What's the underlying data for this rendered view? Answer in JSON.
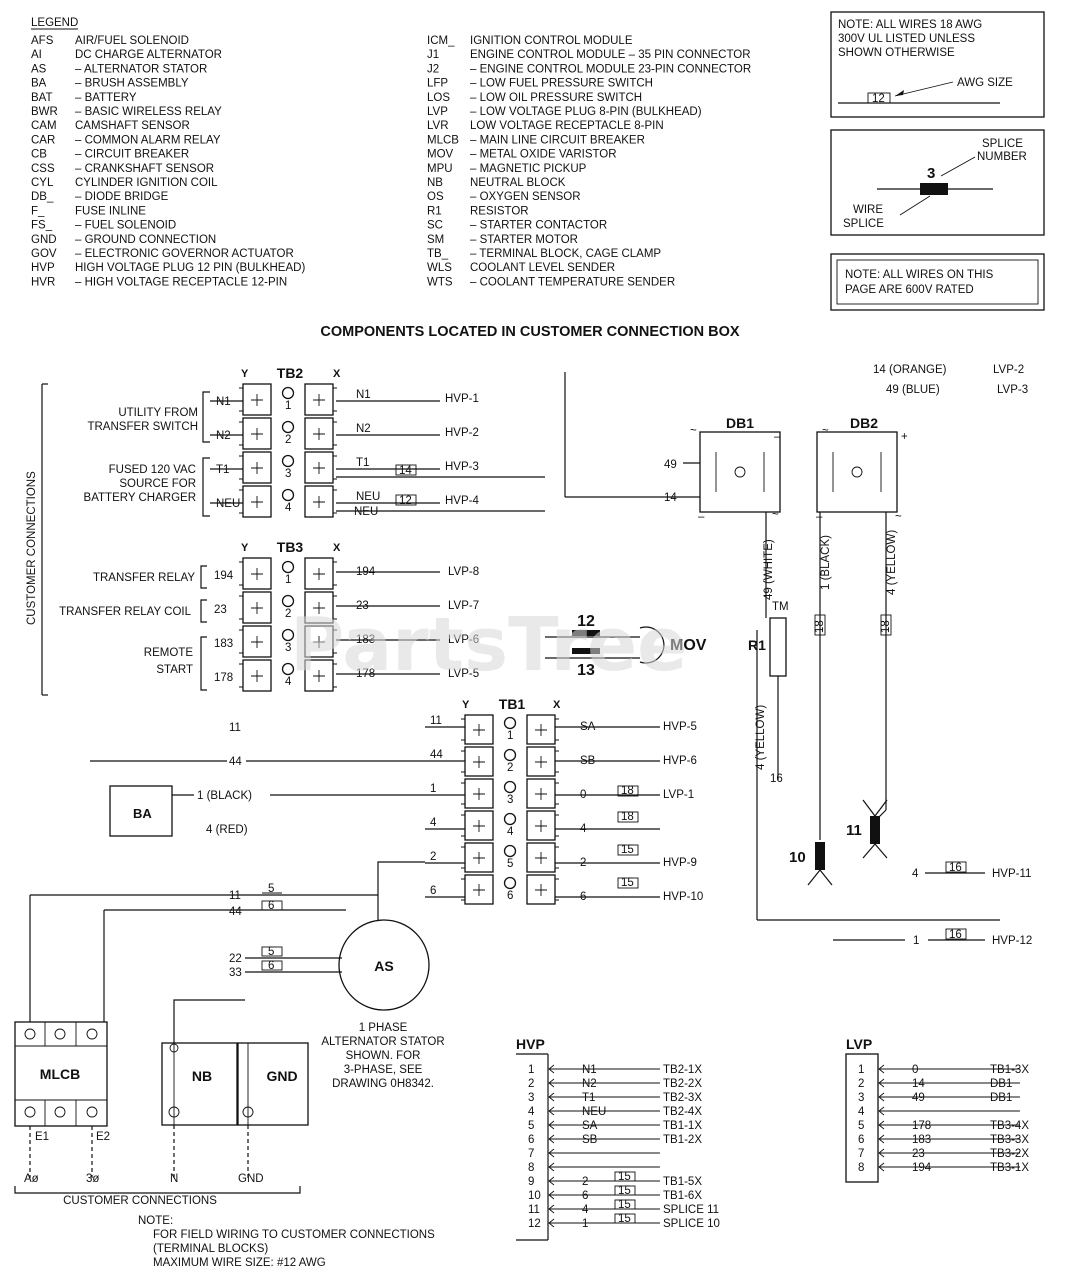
{
  "legend": {
    "title": "LEGEND",
    "left": [
      [
        "AFS",
        "AIR/FUEL SOLENOID"
      ],
      [
        "AI",
        "DC CHARGE ALTERNATOR"
      ],
      [
        "AS",
        "– ALTERNATOR STATOR"
      ],
      [
        "BA",
        "– BRUSH ASSEMBLY"
      ],
      [
        "BAT",
        "– BATTERY"
      ],
      [
        "BWR",
        "– BASIC WIRELESS RELAY"
      ],
      [
        "CAM",
        "CAMSHAFT SENSOR"
      ],
      [
        "CAR",
        "– COMMON ALARM RELAY"
      ],
      [
        "CB",
        "– CIRCUIT BREAKER"
      ],
      [
        "CSS",
        "– CRANKSHAFT SENSOR"
      ],
      [
        "CYL",
        "CYLINDER IGNITION COIL"
      ],
      [
        "DB_",
        "– DIODE BRIDGE"
      ],
      [
        "F_",
        "FUSE INLINE"
      ],
      [
        "FS_",
        "– FUEL SOLENOID"
      ],
      [
        "GND",
        "– GROUND CONNECTION"
      ],
      [
        "GOV",
        "– ELECTRONIC GOVERNOR ACTUATOR"
      ],
      [
        "HVP",
        "HIGH VOLTAGE PLUG 12 PIN (BULKHEAD)"
      ],
      [
        "HVR",
        "– HIGH VOLTAGE RECEPTACLE 12-PIN"
      ]
    ],
    "right": [
      [
        "ICM_",
        "IGNITION CONTROL MODULE"
      ],
      [
        "J1",
        "ENGINE CONTROL MODULE – 35 PIN CONNECTOR"
      ],
      [
        "J2",
        "– ENGINE CONTROL MODULE 23-PIN CONNECTOR"
      ],
      [
        "LFP",
        "– LOW FUEL PRESSURE SWITCH"
      ],
      [
        "LOS",
        "– LOW OIL PRESSURE SWITCH"
      ],
      [
        "LVP",
        "– LOW VOLTAGE PLUG 8-PIN (BULKHEAD)"
      ],
      [
        "LVR",
        "LOW VOLTAGE RECEPTACLE 8-PIN"
      ],
      [
        "MLCB",
        "– MAIN LINE CIRCUIT BREAKER"
      ],
      [
        "MOV",
        "– METAL OXIDE VARISTOR"
      ],
      [
        "MPU",
        "– MAGNETIC PICKUP"
      ],
      [
        "NB",
        "NEUTRAL BLOCK"
      ],
      [
        "OS",
        "– OXYGEN SENSOR"
      ],
      [
        "R1",
        "RESISTOR"
      ],
      [
        "SC",
        "– STARTER CONTACTOR"
      ],
      [
        "SM",
        "– STARTER MOTOR"
      ],
      [
        "TB_",
        "– TERMINAL BLOCK, CAGE CLAMP"
      ],
      [
        "WLS",
        "COOLANT LEVEL SENDER"
      ],
      [
        "WTS",
        "– COOLANT TEMPERATURE SENDER"
      ]
    ]
  },
  "notes": {
    "awg_note_1": "NOTE: ALL WIRES 18 AWG",
    "awg_note_2": "300V UL LISTED UNLESS",
    "awg_note_3": "SHOWN OTHERWISE",
    "awg_size_label": "AWG SIZE",
    "awg_example": "12",
    "splice_number": "3",
    "splice_number_label_1": "SPLICE",
    "splice_number_label_2": "NUMBER",
    "wire_splice_1": "WIRE",
    "wire_splice_2": "SPLICE",
    "rated_1": "NOTE: ALL WIRES ON THIS",
    "rated_2": "PAGE ARE 600V RATED",
    "field_note_1": "NOTE:",
    "field_note_2": "FOR FIELD WIRING TO CUSTOMER CONNECTIONS",
    "field_note_3": "(TERMINAL BLOCKS)",
    "field_note_4": "MAXIMUM WIRE SIZE: #12 AWG"
  },
  "headings": {
    "main": "COMPONENTS LOCATED IN CUSTOMER CONNECTION BOX",
    "customer_connections_side": "CUSTOMER CONNECTIONS",
    "customer_connections_bottom": "CUSTOMER CONNECTIONS",
    "stator_1": "1 PHASE",
    "stator_2": "ALTERNATOR STATOR",
    "stator_3": "SHOWN. FOR",
    "stator_4": "3-PHASE, SEE",
    "stator_5": "DRAWING 0H8342."
  },
  "tb2": {
    "title": "TB2",
    "y": "Y",
    "x": "X",
    "group_utility_1": "UTILITY FROM",
    "group_utility_2": "TRANSFER SWITCH",
    "group_fused_1": "FUSED 120 VAC",
    "group_fused_2": "SOURCE FOR",
    "group_fused_3": "BATTERY CHARGER",
    "left_wires": [
      "N1",
      "N2",
      "T1",
      "NEU"
    ],
    "right_wires": [
      "N1",
      "N2",
      "T1",
      "NEU"
    ],
    "extra_wire": "NEU",
    "targets": [
      "HVP-1",
      "HVP-2",
      "HVP-3",
      "HVP-4"
    ],
    "gauges": [
      "14",
      "12"
    ]
  },
  "tb3": {
    "title": "TB3",
    "y": "Y",
    "x": "X",
    "label_relay": "TRANSFER RELAY",
    "label_coil": "TRANSFER RELAY COIL",
    "label_remote_1": "REMOTE",
    "label_remote_2": "START",
    "left_wires": [
      "194",
      "23",
      "183",
      "178"
    ],
    "right_wires": [
      "194",
      "23",
      "183",
      "178"
    ],
    "targets": [
      "LVP-8",
      "LVP-7",
      "LVP-6",
      "LVP-5"
    ]
  },
  "mov": {
    "label": "MOV",
    "g1": "12",
    "g2": "13"
  },
  "r1": {
    "label": "R1"
  },
  "db": {
    "db1": "DB1",
    "db2": "DB2",
    "orange": "14 (ORANGE)",
    "orange_to": "LVP-2",
    "blue": "49 (BLUE)",
    "blue_to": "LVP-3",
    "w49": "49",
    "w14": "14",
    "white": "49 (WHITE)",
    "black": "1 (BLACK)",
    "yellow": "4 (YELLOW)",
    "yellow2": "4 (YELLOW)",
    "g18a": "18",
    "g18b": "18",
    "g16": "16",
    "ac": "~",
    "plus": "+",
    "minus": "–"
  },
  "tb1": {
    "title": "TB1",
    "y": "Y",
    "x": "X",
    "left_wires": [
      "11",
      "44",
      "1",
      "4",
      "2",
      "6"
    ],
    "right_wires": [
      "SA",
      "SB",
      "0",
      "4",
      "2",
      "6"
    ],
    "targets": [
      "HVP-5",
      "HVP-6",
      "LVP-1",
      "",
      "HVP-9",
      "HVP-10"
    ],
    "gauges": [
      "18",
      "18",
      "15",
      "15"
    ]
  },
  "ba": {
    "label": "BA",
    "black": "1 (BLACK)",
    "red": "4 (RED)",
    "w11": "11",
    "w44": "44"
  },
  "as": {
    "label": "AS",
    "w11": "11",
    "w44": "44",
    "w22": "22",
    "w33": "33",
    "g5a": "5",
    "g6a": "6",
    "g5b": "5",
    "g6b": "6"
  },
  "splices": {
    "s10": "10",
    "s11": "11",
    "hvp11_wire": "4",
    "hvp11_gauge": "16",
    "hvp11": "HVP-11",
    "hvp12_wire": "1",
    "hvp12_gauge": "16",
    "hvp12": "HVP-12"
  },
  "bottom": {
    "mlcb": "MLCB",
    "nb": "NB",
    "gnd": "GND",
    "e1": "E1",
    "e2": "E2",
    "a": "Aø",
    "b": "3ø",
    "n": "N",
    "g": "GND"
  },
  "hvp": {
    "title": "HVP",
    "rows": [
      [
        "1",
        "N1",
        "",
        "TB2-1X"
      ],
      [
        "2",
        "N2",
        "",
        "TB2-2X"
      ],
      [
        "3",
        "T1",
        "",
        "TB2-3X"
      ],
      [
        "4",
        "NEU",
        "",
        "TB2-4X"
      ],
      [
        "5",
        "SA",
        "",
        "TB1-1X"
      ],
      [
        "6",
        "SB",
        "",
        "TB1-2X"
      ],
      [
        "7",
        "",
        "",
        ""
      ],
      [
        "8",
        "",
        "",
        ""
      ],
      [
        "9",
        "2",
        "15",
        "TB1-5X"
      ],
      [
        "10",
        "6",
        "15",
        "TB1-6X"
      ],
      [
        "11",
        "4",
        "15",
        "SPLICE 11"
      ],
      [
        "12",
        "1",
        "15",
        "SPLICE 10"
      ]
    ]
  },
  "lvp": {
    "title": "LVP",
    "rows": [
      [
        "1",
        "0",
        "TB1-3X"
      ],
      [
        "2",
        "14",
        "DB1"
      ],
      [
        "3",
        "49",
        "DB1"
      ],
      [
        "4",
        "",
        ""
      ],
      [
        "5",
        "178",
        "TB3-4X"
      ],
      [
        "6",
        "183",
        "TB3-3X"
      ],
      [
        "7",
        "23",
        "TB3-2X"
      ],
      [
        "8",
        "194",
        "TB3-1X"
      ]
    ]
  },
  "watermark": {
    "text": "PartsTree",
    "tm": "TM"
  }
}
